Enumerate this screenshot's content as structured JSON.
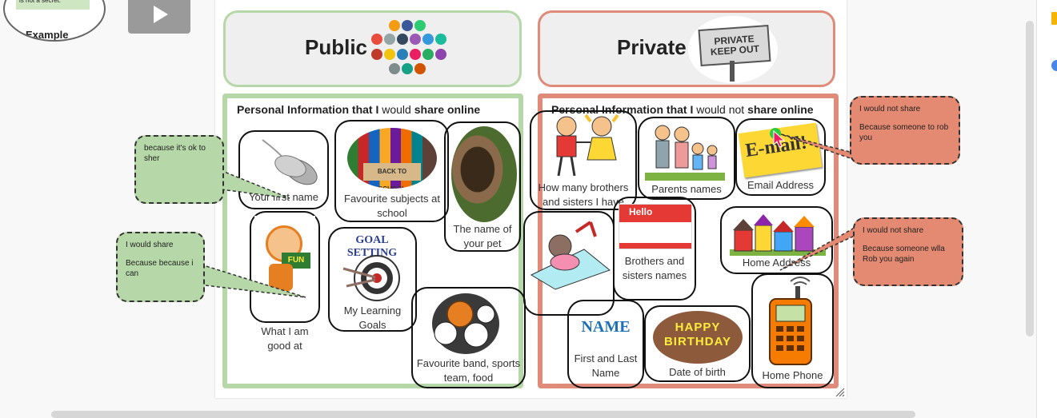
{
  "example_thumb": {
    "text": "this helps me connect with my audience and is not a secret.",
    "label": "Example"
  },
  "public_header": {
    "title": "Public"
  },
  "private_header": {
    "title": "Private",
    "sign_text": "PRIVATE KEEP OUT"
  },
  "public_panel": {
    "heading_a": "Personal Information that I",
    "heading_b": "would",
    "heading_c": "share online",
    "cards": [
      {
        "label": "Your first name"
      },
      {
        "label": "Favourite subjects at school",
        "image_text": "BACK TO SCHOOL"
      },
      {
        "label": "The name of your pet"
      },
      {
        "label": "What I am good at",
        "image_text": "FUN"
      },
      {
        "label": "My Learning Goals",
        "image_text": "GOAL SETTING"
      },
      {
        "label": "Favourite band, sports team, food"
      }
    ]
  },
  "private_panel": {
    "heading_a": "Personal Information that I",
    "heading_b": "would not",
    "heading_c": "share online",
    "cards": [
      {
        "label": "How many brothers and sisters I have"
      },
      {
        "label": "Parents names"
      },
      {
        "label": "Email Address",
        "image_text": "E-mail!"
      },
      {
        "label": "Brothers and sisters names",
        "image_text": "Hello"
      },
      {
        "label": "Home Address"
      },
      {
        "label": "First and Last Name",
        "image_text": "NAME"
      },
      {
        "label": "Date of birth",
        "image_text": "HAPPY BIRTHDAY"
      },
      {
        "label": "Home Phone"
      }
    ]
  },
  "callouts": {
    "green_1": {
      "text": "because it's ok to sher"
    },
    "green_2": {
      "line1": "I would share",
      "line2": "Because because i can"
    },
    "red_1": {
      "line1": "I would not share",
      "line2": "Because someone to rob you"
    },
    "red_2": {
      "line1": "I would not share",
      "line2": "Because someone wlla Rob you again"
    }
  },
  "colors": {
    "public_accent": "#b6d7a8",
    "private_accent": "#e08a7a",
    "callout_green": "#b6d7a8",
    "callout_red": "#e58a72"
  }
}
